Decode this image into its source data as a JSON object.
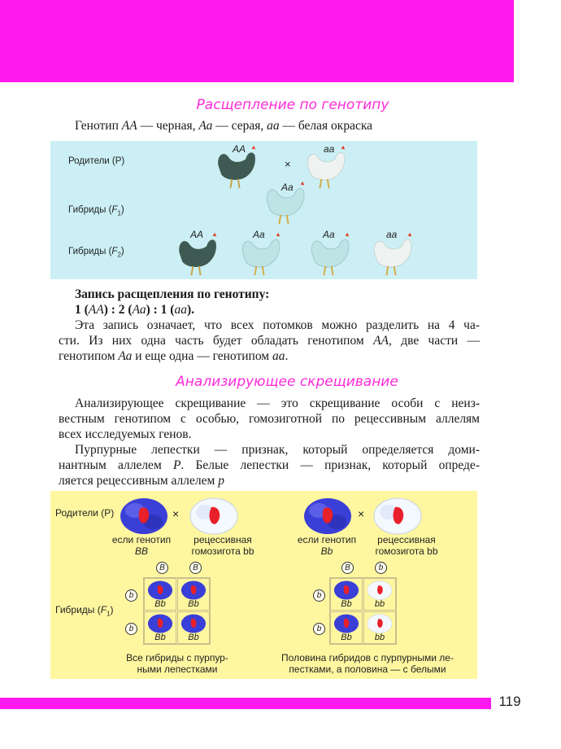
{
  "section1": {
    "title": "Расщепление по генотипу",
    "line_parts": [
      "Генотип ",
      "АА",
      " — черная, ",
      "Аа",
      " — серая, ",
      "аа",
      " — белая окраска"
    ]
  },
  "genotype_figure": {
    "rows": {
      "parents": "Родители (P)",
      "f1": "Гибриды (F1)",
      "f2": "Гибриды (F2)"
    },
    "cross_sign": "×",
    "parent_labels": [
      "АА",
      "аа"
    ],
    "f1_label": "Аа",
    "f2_labels": [
      "АА",
      "Аа",
      "Аа",
      "аа"
    ],
    "colors": {
      "black": "#3f5a52",
      "gray": "#bfe4e6",
      "white": "#eef3f1",
      "comb": "#e0402a"
    }
  },
  "record": {
    "title": "Запись расщепления по генотипу:",
    "formula_parts": [
      "1 (",
      "АА",
      ") : 2 (",
      "Аа",
      ") : 1 (",
      "аа",
      ")."
    ],
    "lines": [
      [
        "Эта запись означает, что всех потомков можно разделить на 4 ча-"
      ],
      [
        "сти. Из них одна часть будет обладать генотипом ",
        "АА",
        ", две части —"
      ],
      [
        "генотипом ",
        "Аа",
        " и еще одна — генотипом ",
        "аа",
        "."
      ]
    ]
  },
  "section2": {
    "title": "Анализирующее скрещивание",
    "para1": [
      "Анализирующее скрещивание — это скрещивание особи с неиз-",
      "вестным генотипом с особью, гомозиготной по рецессивным аллелям",
      "всех исследуемых генов."
    ],
    "para2": [
      [
        "Пурпурные лепестки — признак, который определяется доми-"
      ],
      [
        "нантным аллелем ",
        "P",
        ". Белые лепестки — признак, который опреде-"
      ],
      [
        "ляется рецессивным аллелем ",
        "p"
      ]
    ]
  },
  "flower_figure": {
    "parents_label": "Родители (P)",
    "f1_label": "Гибриды (F1)",
    "cross_sign": "×",
    "left": {
      "parent1_caption": "если генотип",
      "parent1_genotype": "BB",
      "parent2_caption": "рецессивная",
      "parent2_genotype_caption": "гомозигота bb",
      "gametes_top": [
        "B",
        "B"
      ],
      "gametes_side": [
        "b",
        "b"
      ],
      "cells": [
        "Bb",
        "Bb",
        "Bb",
        "Bb"
      ],
      "conclusion": [
        "Все гибриды с пурпур-",
        "ными лепестками"
      ]
    },
    "right": {
      "parent1_caption": "если генотип",
      "parent1_genotype": "Bb",
      "parent2_caption": "рецессивная",
      "parent2_genotype_caption": "гомозигота bb",
      "gametes_top": [
        "B",
        "b"
      ],
      "gametes_side": [
        "b",
        "b"
      ],
      "cells": [
        "Bb",
        "bb",
        "Bb",
        "bb"
      ],
      "conclusion": [
        "Половина гибридов с пурпурными ле-",
        "пестками, а половина — с белыми"
      ]
    },
    "colors": {
      "purple": "#3a3fd8",
      "white": "#f4f8ff",
      "red": "#e8202a"
    }
  },
  "page_number": "119",
  "colors": {
    "accent": "#ff19f1",
    "heading": "#ff2ad8",
    "genotype_bg": "#cbeff4",
    "flower_bg": "#fff7a0"
  }
}
